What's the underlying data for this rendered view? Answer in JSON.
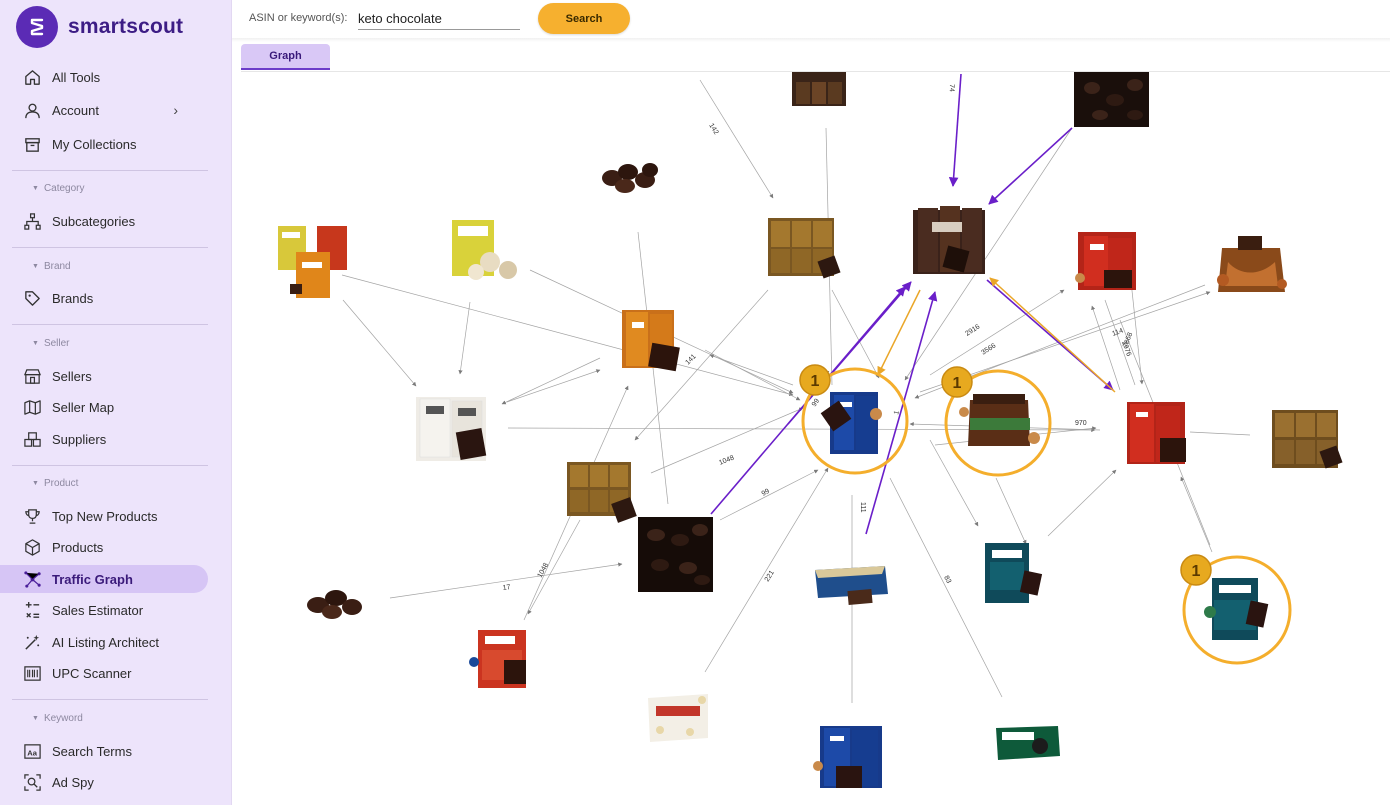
{
  "app": {
    "name": "smartscout"
  },
  "sidebar": {
    "top_items": [
      {
        "label": "All Tools",
        "icon": "home-icon"
      },
      {
        "label": "Account",
        "icon": "user-icon"
      },
      {
        "label": "My Collections",
        "icon": "archive-icon"
      }
    ],
    "sections": {
      "category": {
        "title": "Category",
        "items": [
          {
            "label": "Subcategories",
            "icon": "sitemap-icon"
          }
        ]
      },
      "brand": {
        "title": "Brand",
        "items": [
          {
            "label": "Brands",
            "icon": "tag-icon"
          }
        ]
      },
      "seller": {
        "title": "Seller",
        "items": [
          {
            "label": "Sellers",
            "icon": "store-icon"
          },
          {
            "label": "Seller Map",
            "icon": "map-icon"
          },
          {
            "label": "Suppliers",
            "icon": "boxes-icon"
          }
        ]
      },
      "product": {
        "title": "Product",
        "items": [
          {
            "label": "Top New Products",
            "icon": "trophy-icon"
          },
          {
            "label": "Products",
            "icon": "cube-icon"
          },
          {
            "label": "Traffic Graph",
            "icon": "graph-icon"
          },
          {
            "label": "Sales Estimator",
            "icon": "calculator-icon"
          },
          {
            "label": "AI Listing Architect",
            "icon": "magic-wand-icon"
          },
          {
            "label": "UPC Scanner",
            "icon": "barcode-icon"
          }
        ]
      },
      "keyword": {
        "title": "Keyword",
        "items": [
          {
            "label": "Search Terms",
            "icon": "text-box-icon"
          },
          {
            "label": "Ad Spy",
            "icon": "ad-spy-icon"
          }
        ]
      }
    }
  },
  "search": {
    "label": "ASIN or keyword(s):",
    "value": "keto chocolate",
    "button": "Search"
  },
  "tabs": [
    {
      "label": "Graph",
      "active": true
    }
  ],
  "graph": {
    "nodes": [
      {
        "id": "n-top-bars",
        "kind": "bars-box",
        "ring": false
      },
      {
        "id": "n-top-beans",
        "kind": "beans-square",
        "ring": false
      },
      {
        "id": "n-loose-beans-1",
        "kind": "beans-loose",
        "ring": false
      },
      {
        "id": "n-gold-boxes-1",
        "kind": "gold-boxes",
        "ring": false
      },
      {
        "id": "n-dark-pouch",
        "kind": "dark-pouch",
        "ring": false
      },
      {
        "id": "n-red-pouch-1",
        "kind": "red-pouch",
        "ring": false
      },
      {
        "id": "n-hazelnut-jar",
        "kind": "amber-jar",
        "ring": false
      },
      {
        "id": "n-color-pouches",
        "kind": "multi-pouch",
        "ring": false
      },
      {
        "id": "n-yellow-pouch",
        "kind": "yellow-pouch",
        "ring": false
      },
      {
        "id": "n-orange-pouches",
        "kind": "orange-pouch",
        "ring": false
      },
      {
        "id": "n-white-pouch",
        "kind": "white-pouch",
        "ring": false
      },
      {
        "id": "n-blue-pouch-center",
        "kind": "blue-pouch",
        "ring": true,
        "badge": "1"
      },
      {
        "id": "n-spread-jar",
        "kind": "brown-jar",
        "ring": true,
        "badge": "1"
      },
      {
        "id": "n-red-pouch-2",
        "kind": "red-pouch",
        "ring": false
      },
      {
        "id": "n-gold-boxes-2",
        "kind": "gold-boxes",
        "ring": false
      },
      {
        "id": "n-gold-boxes-3",
        "kind": "gold-boxes",
        "ring": false
      },
      {
        "id": "n-beans-square-2",
        "kind": "beans-square",
        "ring": false
      },
      {
        "id": "n-bar-box",
        "kind": "bar-box",
        "ring": false
      },
      {
        "id": "n-teal-pouch-1",
        "kind": "teal-pouch",
        "ring": false
      },
      {
        "id": "n-teal-pouch-2",
        "kind": "teal-pouch",
        "ring": true,
        "badge": "1"
      },
      {
        "id": "n-loose-beans-2",
        "kind": "beans-loose",
        "ring": false
      },
      {
        "id": "n-red-pouch-3",
        "kind": "red-pouch",
        "ring": false
      },
      {
        "id": "n-snack-bag",
        "kind": "snack-bag",
        "ring": false
      },
      {
        "id": "n-blue-pouch-bottom",
        "kind": "blue-pouch",
        "ring": false
      },
      {
        "id": "n-protein-bar",
        "kind": "green-bar",
        "ring": false
      }
    ],
    "edge_labels": [
      "142",
      "74",
      "141",
      "785",
      "99",
      "2916",
      "3566",
      "114",
      "2976",
      "7868",
      "970",
      "1048",
      "99",
      "111",
      "1048",
      "17",
      "221",
      "83",
      "1"
    ],
    "colors": {
      "ring": "#f4ae2c",
      "badge": "#e7a91f",
      "purple_edge": "#6a1fc9",
      "orange_edge": "#eaa628",
      "edge": "#9a9a9a",
      "accent": "#5b2bb5"
    }
  }
}
